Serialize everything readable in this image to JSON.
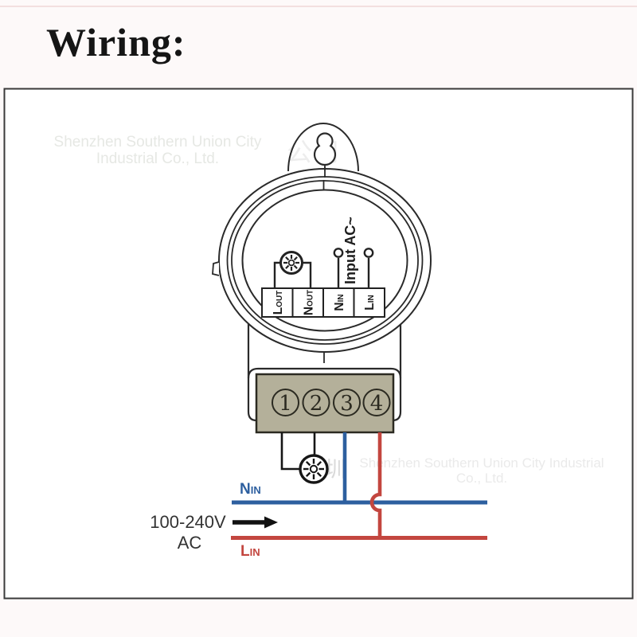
{
  "title": "Wiring:",
  "watermarks": {
    "top_line1": "Shenzhen Southern Union City",
    "top_line2": "Industrial Co., Ltd.",
    "mid_line1": "Shenzhen Southern Union City Industrial",
    "mid_line2": "Co., Ltd.",
    "cn_top": "公司",
    "cn_mid": "圳"
  },
  "meter": {
    "terminals": [
      {
        "main": "L",
        "sub": "OUT"
      },
      {
        "main": "N",
        "sub": "OUT"
      },
      {
        "main": "N",
        "sub": "IN"
      },
      {
        "main": "L",
        "sub": "IN"
      }
    ],
    "input_label": "Input AC~",
    "terminal_numbers": [
      "1",
      "2",
      "3",
      "4"
    ],
    "block_color": "#b4b09a"
  },
  "wiring": {
    "neutral_label_main": "N",
    "neutral_label_sub": "IN",
    "live_label_main": "L",
    "live_label_sub": "IN",
    "supply_voltage": "100-240V",
    "supply_type": "AC",
    "neutral_color": "#2d5f9f",
    "live_color": "#c3463f"
  }
}
